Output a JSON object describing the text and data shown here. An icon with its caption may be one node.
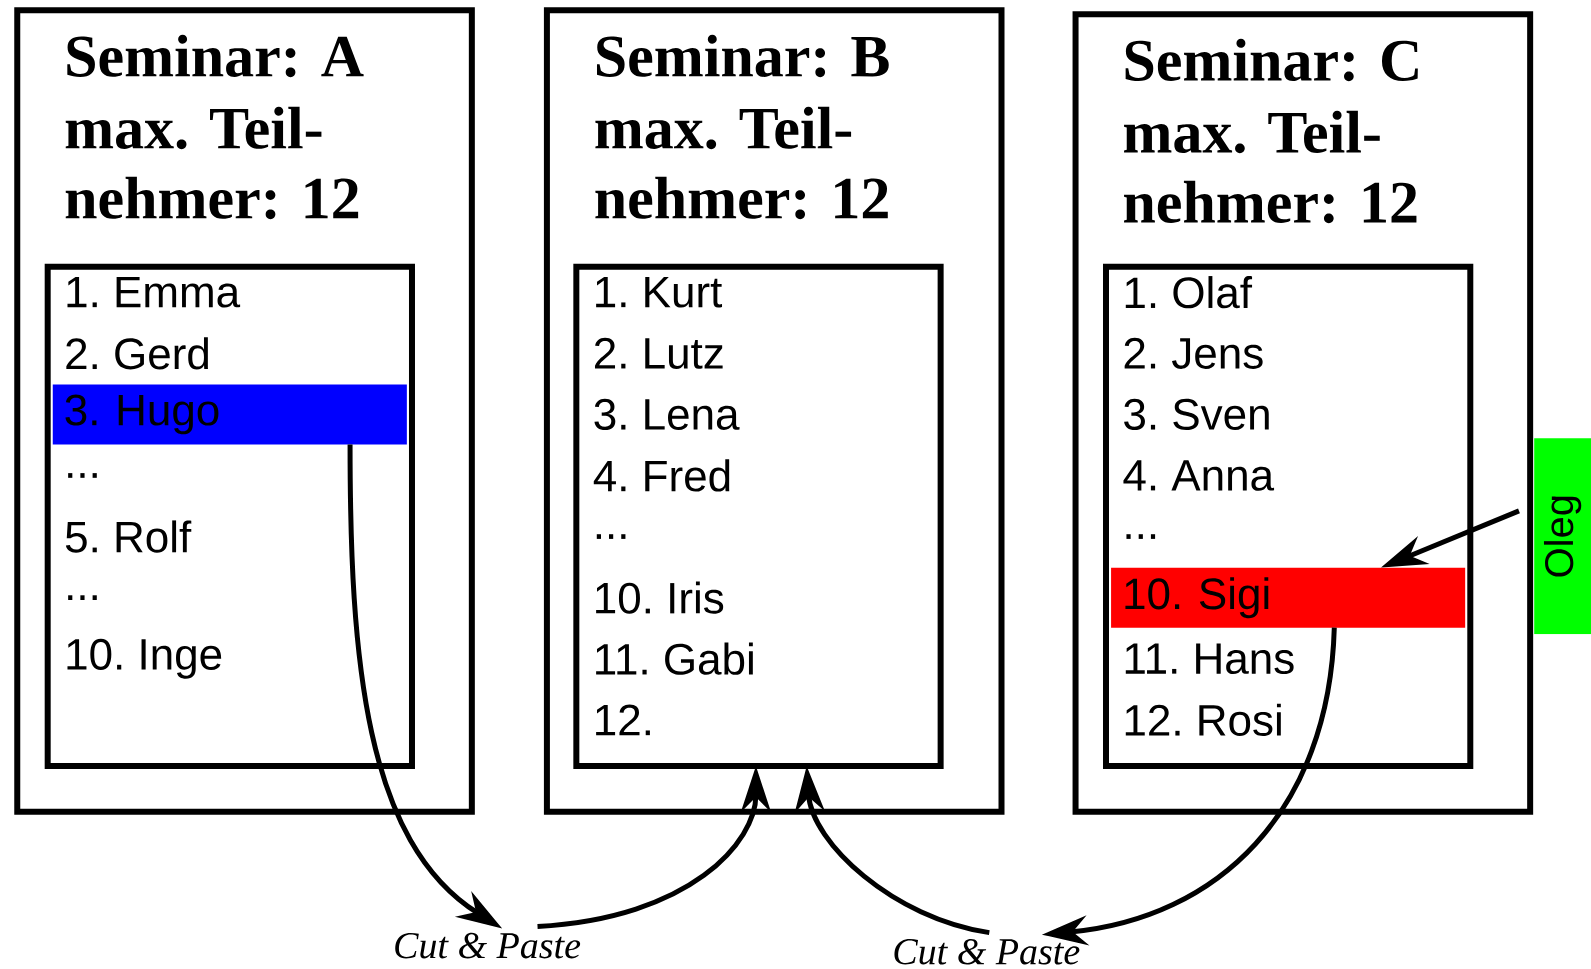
{
  "diagram": {
    "nodes": [
      {
        "text": [
          "Seminar: A",
          "max. Teil- nehmer: 12"
        ]
      },
      {
        "text": [
          "1. Emma",
          "2. Gerd",
          "...",
          "5. Rolf",
          "...",
          "10. Inge"
        ],
        "in": 0
      },
      {
        "text": [
          "3. Hugo"
        ],
        "in": 1
      },
      {
        "text": [
          "Seminar: B",
          "max. Teil- nehmer: 12"
        ]
      },
      {
        "text": [
          "1. Kurt",
          "2. Lutz",
          "3. Lena",
          "4. Fred",
          "...",
          "10. Iris",
          "11. Gabi",
          "12."
        ],
        "in": 3
      },
      {
        "text": [
          "Seminar: C",
          "max. Teil- nehmer: 12"
        ]
      },
      {
        "text": [
          "1. Olaf",
          "2. Jens",
          "3. Sven",
          "4. Anna",
          "...",
          "11. Hans",
          "12. Rosi"
        ],
        "in": 5
      },
      {
        "text": [
          "10. Sigi"
        ],
        "in": 6
      },
      {
        "text": [
          "Oleg"
        ]
      },
      {
        "text": [
          "Cut & Paste"
        ]
      },
      {
        "text": [
          "Cut & Paste"
        ]
      }
    ],
    "edges": [
      {
        "from": 2,
        "to": 9,
        "arrow": "to"
      },
      {
        "from": 9,
        "to": 4,
        "arrow": "to"
      },
      {
        "from": 10,
        "to": 4,
        "arrow": "to"
      },
      {
        "from": 7,
        "to": 10,
        "arrow": "to"
      },
      {
        "from": 8,
        "to": 7,
        "arrow": "to"
      }
    ]
  }
}
